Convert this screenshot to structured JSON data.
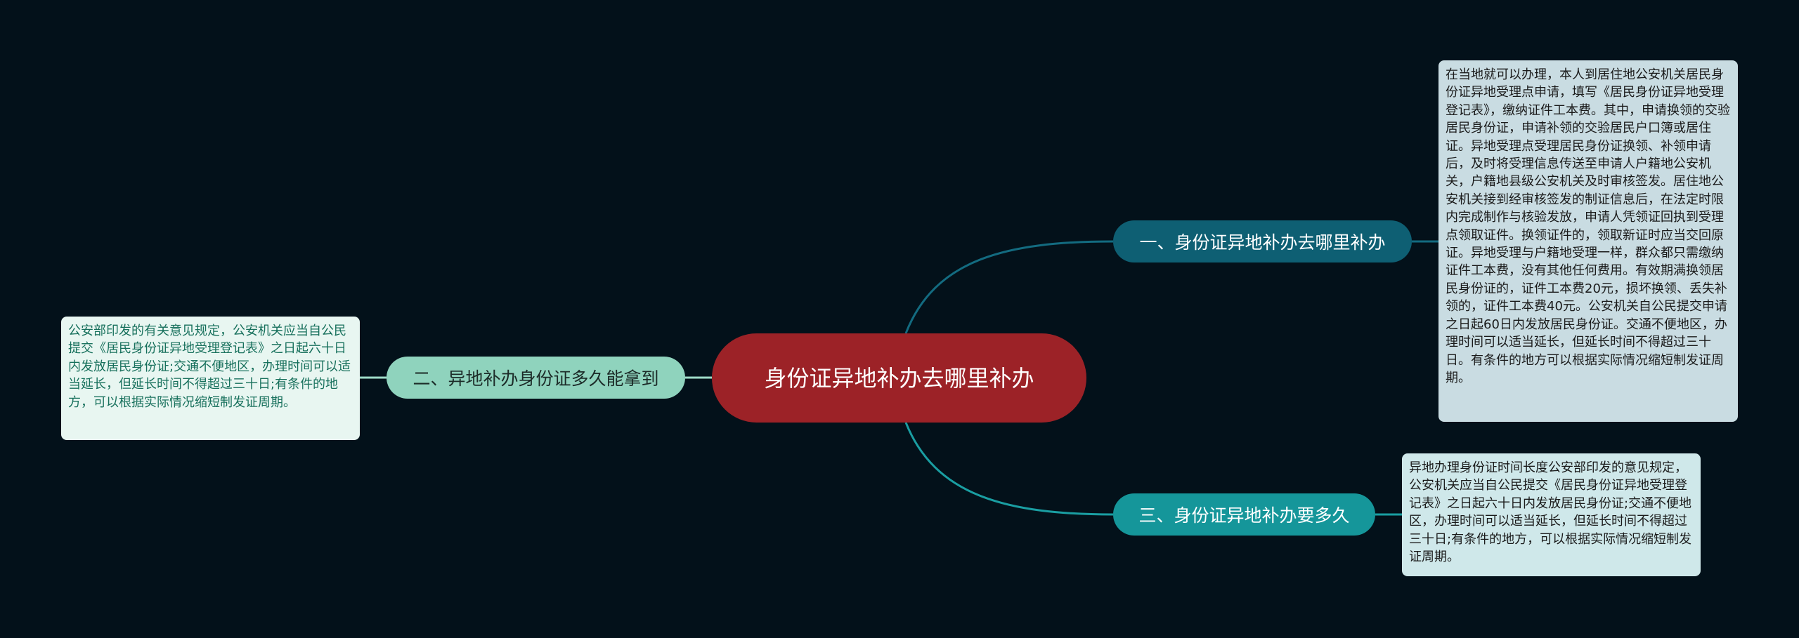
{
  "mindmap": {
    "center": {
      "label": "身份证异地补办去哪里补办"
    },
    "branches": [
      {
        "label": "一、身份证异地补办去哪里补办",
        "detail": "在当地就可以办理，本人到居住地公安机关居民身份证异地受理点申请，填写《居民身份证异地受理登记表》，缴纳证件工本费。其中，申请换领的交验居民身份证，申请补领的交验居民户口簿或居住证。异地受理点受理居民身份证换领、补领申请后，及时将受理信息传送至申请人户籍地公安机关，户籍地县级公安机关及时审核签发。居住地公安机关接到经审核签发的制证信息后，在法定时限内完成制作与核验发放，申请人凭领证回执到受理点领取证件。换领证件的，领取新证时应当交回原证。异地受理与户籍地受理一样，群众都只需缴纳证件工本费，没有其他任何费用。有效期满换领居民身份证的，证件工本费20元，损坏换领、丢失补领的，证件工本费40元。公安机关自公民提交申请之日起60日内发放居民身份证。交通不便地区，办理时间可以适当延长，但延长时间不得超过三十日。有条件的地方可以根据实际情况缩短制发证周期。"
      },
      {
        "label": "二、异地补办身份证多久能拿到",
        "detail": "公安部印发的有关意见规定，公安机关应当自公民提交《居民身份证异地受理登记表》之日起六十日内发放居民身份证;交通不便地区，办理时间可以适当延长，但延长时间不得超过三十日;有条件的地方，可以根据实际情况缩短制发证周期。"
      },
      {
        "label": "三、身份证异地补办要多久",
        "detail": "异地办理身份证时间长度公安部印发的意见规定，公安机关应当自公民提交《居民身份证异地受理登记表》之日起六十日内发放居民身份证;交通不便地区，办理时间可以适当延长，但延长时间不得超过三十日;有条件的地方，可以根据实际情况缩短制发证周期。"
      }
    ]
  },
  "colors": {
    "background": "#03111a",
    "center_fill": "#9c2227",
    "branch_1_fill": "#0e5f73",
    "branch_2_fill": "#8fd3bd",
    "branch_3_fill": "#15969a",
    "connector_1": "#136b80",
    "connector_2": "#9fdcc8",
    "connector_3": "#1a9ea2"
  }
}
